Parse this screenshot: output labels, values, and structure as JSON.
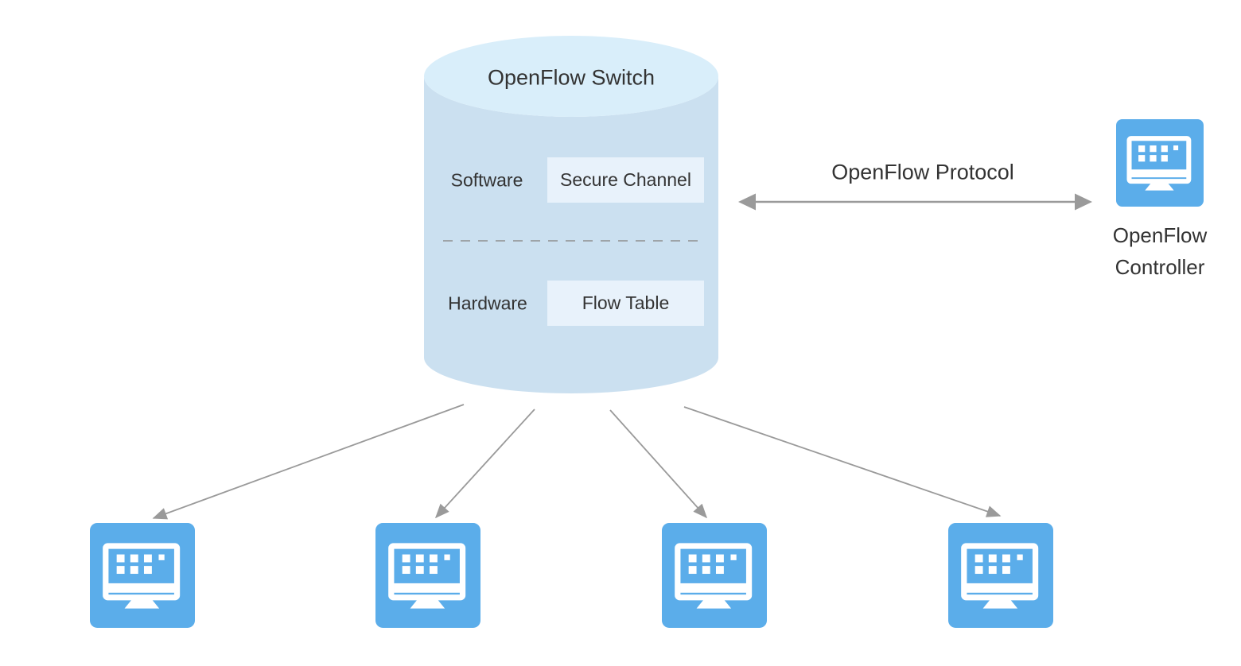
{
  "colors": {
    "canvas-bg": "#ffffff",
    "cylinder-body": "#cbe0f0",
    "cylinder-top": "#d9eefa",
    "panel-bg": "#e8f2fb",
    "icon-blue": "#5badea",
    "icon-white": "#ffffff",
    "arrow-gray": "#9a9a9a",
    "divider-gray": "#8f8f8f",
    "text-dark": "#333333"
  },
  "switch": {
    "title": "OpenFlow Switch",
    "software_label": "Software",
    "secure_channel_label": "Secure Channel",
    "hardware_label": "Hardware",
    "flow_table_label": "Flow Table"
  },
  "protocol": {
    "label": "OpenFlow Protocol"
  },
  "controller": {
    "label_line1": "OpenFlow",
    "label_line2": "Controller",
    "icon": "computer-monitor-icon"
  },
  "hosts": {
    "count": 4,
    "icon": "computer-monitor-icon"
  }
}
